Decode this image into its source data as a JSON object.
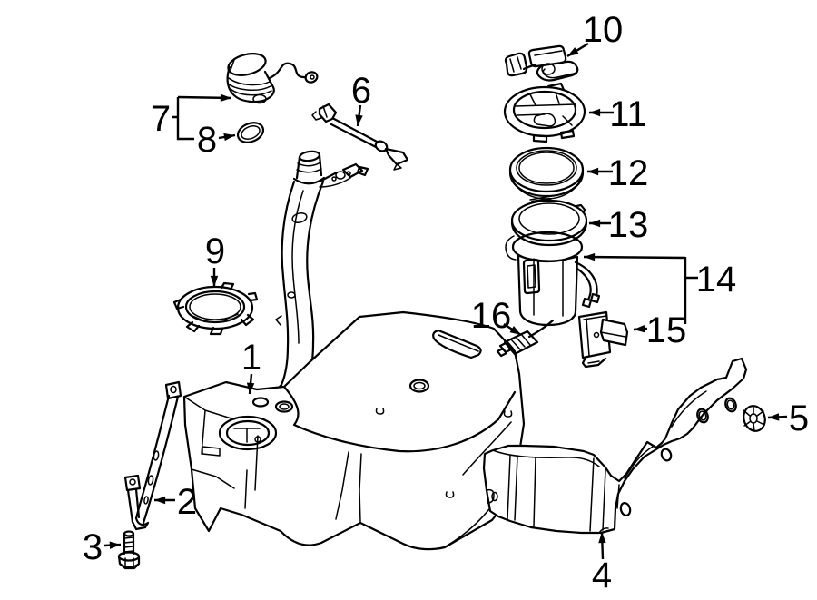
{
  "diagram": {
    "kind": "fuel-system-parts-diagram",
    "background_color": "#ffffff",
    "line_color": "#000000",
    "callouts": [
      {
        "label": "1"
      },
      {
        "label": "2"
      },
      {
        "label": "3"
      },
      {
        "label": "4"
      },
      {
        "label": "5"
      },
      {
        "label": "6"
      },
      {
        "label": "7"
      },
      {
        "label": "8"
      },
      {
        "label": "9"
      },
      {
        "label": "10"
      },
      {
        "label": "11"
      },
      {
        "label": "12"
      },
      {
        "label": "13"
      },
      {
        "label": "14"
      },
      {
        "label": "15"
      },
      {
        "label": "16"
      }
    ]
  }
}
